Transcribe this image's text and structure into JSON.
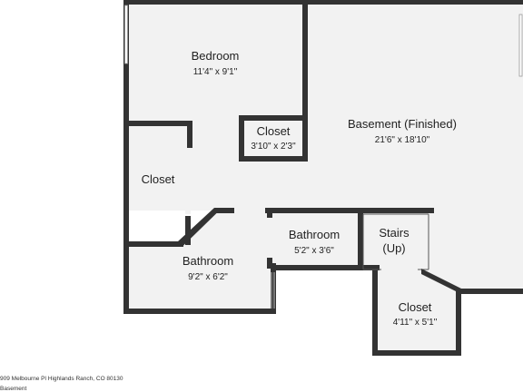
{
  "rooms": {
    "bedroom": {
      "name": "Bedroom",
      "dims": "11'4\" x 9'1\""
    },
    "closet_bedroom": {
      "name": "Closet",
      "dims": "3'10\" x 2'3\""
    },
    "basement": {
      "name": "Basement (Finished)",
      "dims": "21'6\" x 18'10\""
    },
    "closet_left": {
      "name": "Closet"
    },
    "bathroom_small": {
      "name": "Bathroom",
      "dims": "5'2\" x 3'6\""
    },
    "bathroom_large": {
      "name": "Bathroom",
      "dims": "9'2\" x 6'2\""
    },
    "stairs": {
      "name": "Stairs",
      "direction": "(Up)"
    },
    "closet_bottom": {
      "name": "Closet",
      "dims": "4'11\" x 5'1\""
    }
  },
  "footer": {
    "address": "909 Melbourne Pl Highlands Ranch, CO 80130",
    "level": "Basement"
  },
  "colors": {
    "wall": "#333333",
    "floor": "#f2f2f2",
    "background": "#ffffff"
  }
}
